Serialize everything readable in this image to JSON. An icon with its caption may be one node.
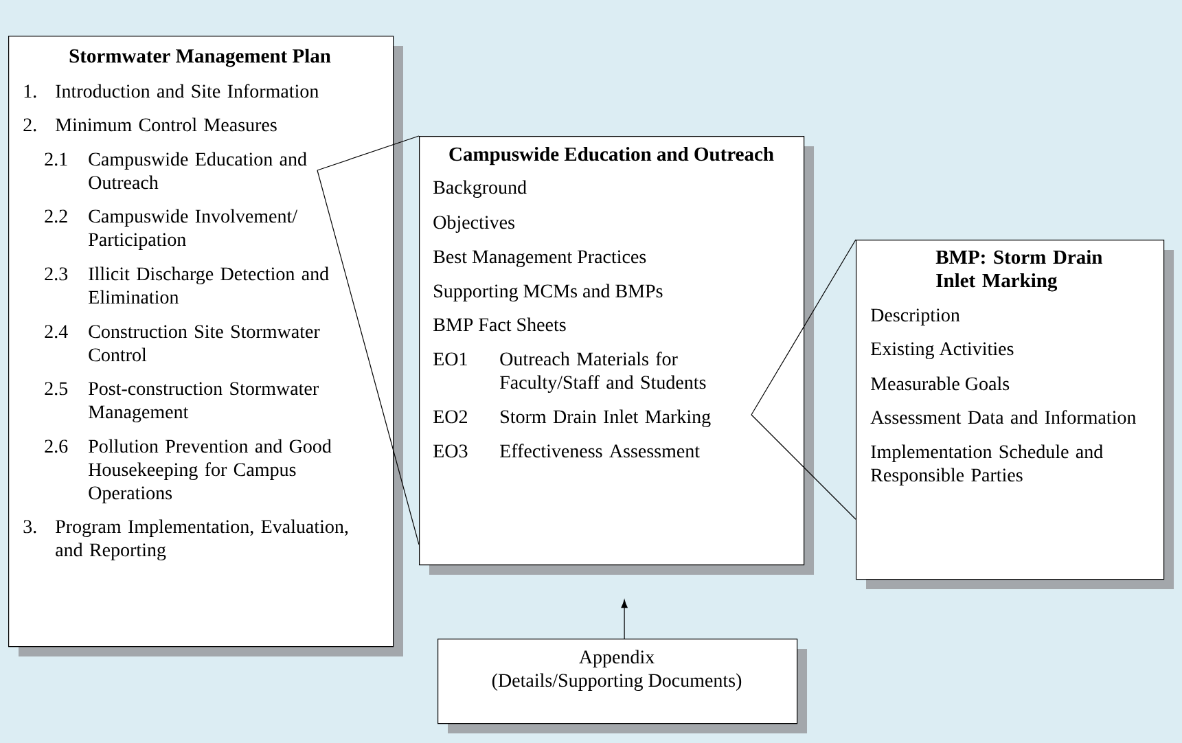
{
  "diagram": {
    "nodes": [
      {
        "text": [
          "Stormwater Management Plan",
          "1.",
          "Introduction and Site Information",
          "2.",
          "Minimum Control Measures",
          "2.1",
          "Campuswide Education and Outreach",
          "2.2",
          "Campuswide Involvement/ Participation",
          "2.3",
          "Illicit Discharge Detection and Elimination",
          "2.4",
          "Construction Site Stormwater Control",
          "2.5",
          "Post-construction Stormwater Management",
          "2.6",
          "Pollution Prevention and Good Housekeeping for Campus Operations",
          "3.",
          "Program Implementation, Evaluation, and Reporting"
        ]
      },
      {
        "text": [
          "Campuswide Education and Outreach",
          "Background",
          "Objectives",
          "Best Management Practices",
          "Supporting MCMs and BMPs",
          "BMP Fact Sheets",
          "EO1",
          "Outreach Materials for Faculty/Staff and Students",
          "EO2",
          "Storm Drain Inlet Marking",
          "EO3",
          "Effectiveness Assessment"
        ]
      },
      {
        "text": [
          "BMP:   Storm Drain Inlet Marking",
          "Description",
          "Existing Activities",
          "Measurable Goals",
          "Assessment Data and Information",
          "Implementation Schedule and Responsible Parties"
        ]
      },
      {
        "text": [
          "Appendix",
          "(Details/Supporting Documents)"
        ]
      }
    ],
    "edges": [
      {
        "from": 0,
        "to": 1,
        "arrow": "none"
      },
      {
        "from": 0,
        "to": 1,
        "arrow": "none"
      },
      {
        "from": 1,
        "to": 2,
        "arrow": "none"
      },
      {
        "from": 1,
        "to": 2,
        "arrow": "none"
      },
      {
        "from": 3,
        "to": 1,
        "arrow": "to"
      }
    ]
  }
}
